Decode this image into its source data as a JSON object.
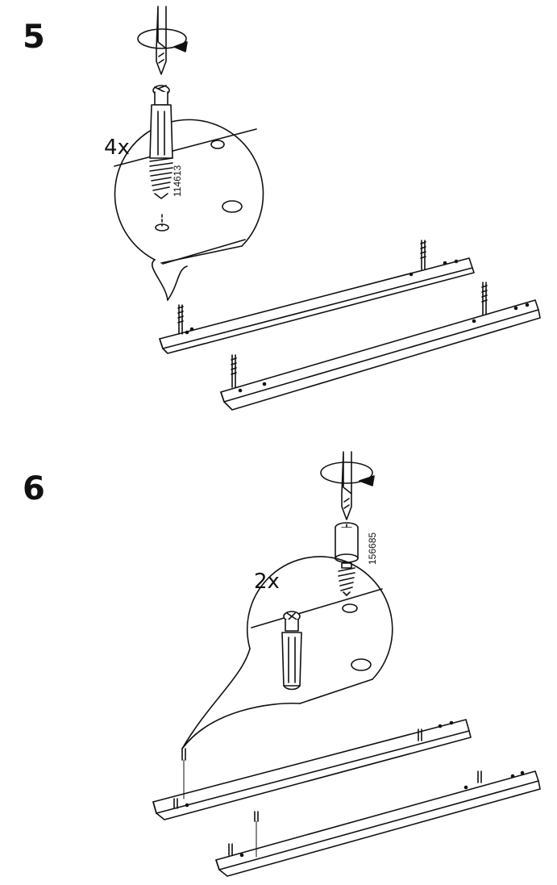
{
  "steps": [
    {
      "number": "5",
      "quantity": "4x",
      "part_number": "114613",
      "icon": "screw-dowel-icon"
    },
    {
      "number": "6",
      "quantity": "2x",
      "part_number": "156685",
      "icon": "cam-lock-icon"
    }
  ],
  "colors": {
    "line": "#111111",
    "background": "#ffffff"
  }
}
